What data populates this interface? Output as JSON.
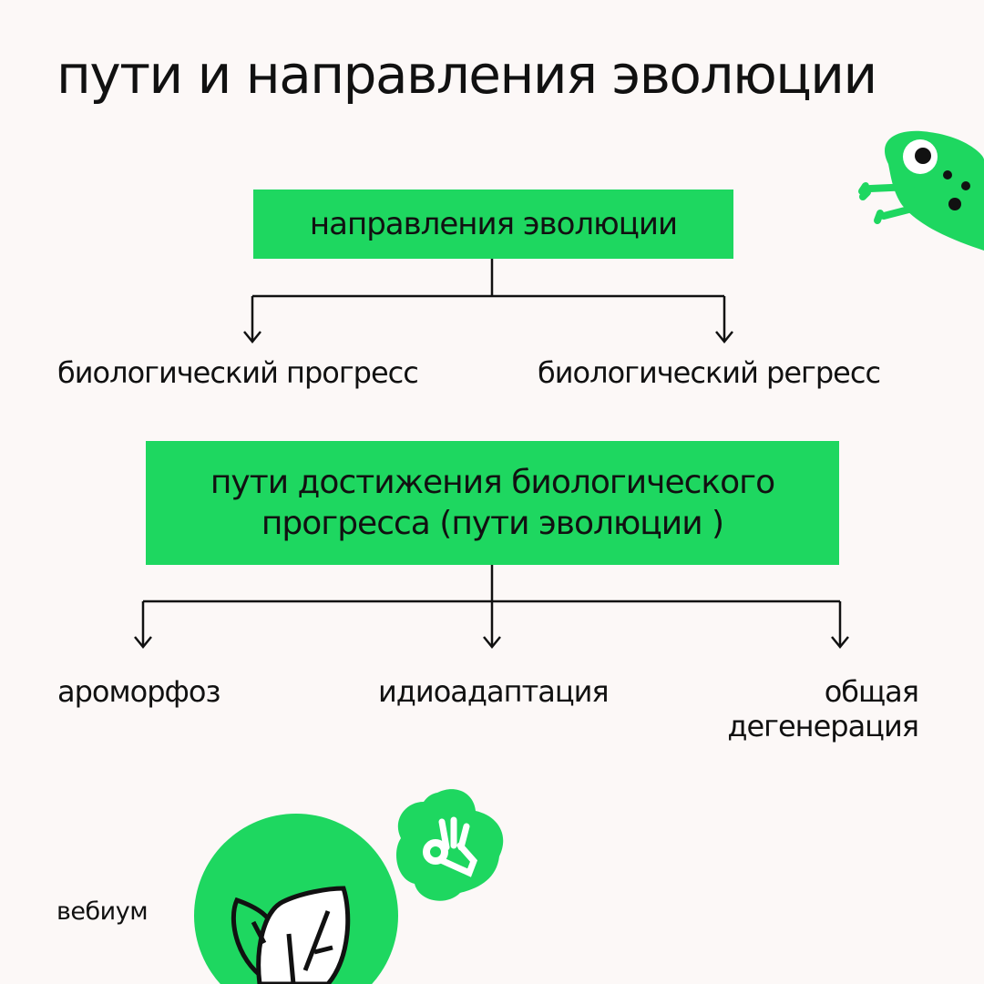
{
  "title": "пути и направления эволюции",
  "directions": {
    "heading": "направления эволюции",
    "items": [
      "биологический прогресс",
      "биологический регресс"
    ]
  },
  "paths": {
    "heading_line1": "пути достижения биологического",
    "heading_line2": "прогресса (пути эволюции )",
    "items": [
      "ароморфоз",
      "идиоадаптация"
    ],
    "third_line1": "общая",
    "third_line2": "дегенерация"
  },
  "brand": "вебиум",
  "colors": {
    "accent": "#1ed760",
    "background": "#fcf8f7",
    "text": "#111111"
  },
  "icons": [
    "frog-icon",
    "ok-hand-icon",
    "leaf-icon"
  ]
}
